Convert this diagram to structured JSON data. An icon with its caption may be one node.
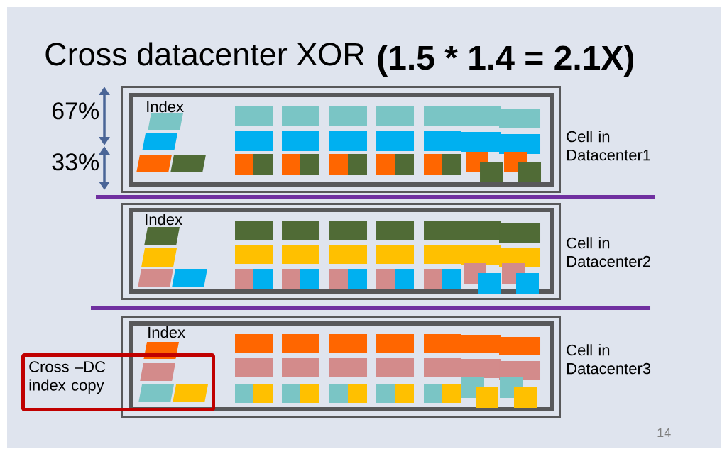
{
  "diagram": {
    "title": "Cross datacenter XOR",
    "nodes": [
      {
        "text": [
          "Index"
        ],
        "beside": [
          "Cell in Datacenter1"
        ]
      },
      {
        "text": [
          "Index"
        ],
        "beside": [
          "Cell in Datacenter2"
        ]
      },
      {
        "text": [
          "Index"
        ],
        "beside": [
          "Cell in Datacenter3"
        ]
      },
      {
        "text": [
          "Cross –DC index copy"
        ]
      }
    ],
    "labels": [
      "(1.5 * 1.4 = 2.1X)",
      "67%",
      "33%",
      "14"
    ]
  }
}
